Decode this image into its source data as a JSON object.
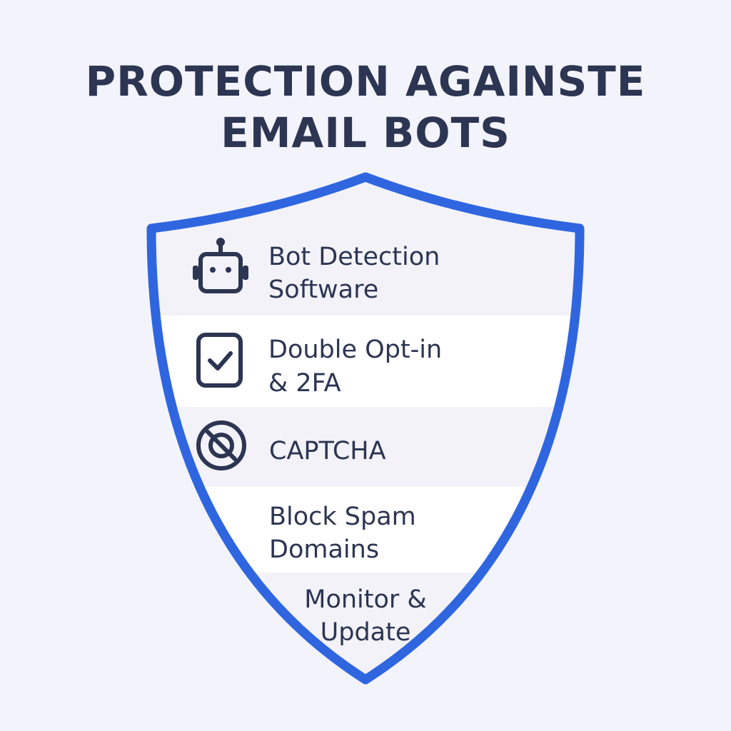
{
  "title": {
    "line1": "PROTECTION AGAINSTE",
    "line2": "EMAIL BOTS"
  },
  "colors": {
    "background": "#f3f3fb",
    "shield_border": "#2f66e0",
    "text": "#2c3552",
    "band_light": "#f2f2f8",
    "band_white": "#ffffff"
  },
  "items": [
    {
      "icon": "robot-icon",
      "line1": "Bot Detection",
      "line2": "Software"
    },
    {
      "icon": "checkbox-icon",
      "line1": "Double Opt-in",
      "line2": "& 2FA"
    },
    {
      "icon": "captcha-icon",
      "line1": "CAPTCHA",
      "line2": ""
    },
    {
      "icon": "",
      "line1": "Block Spam",
      "line2": "Domains"
    },
    {
      "icon": "",
      "line1": "Monitor &",
      "line2": "Update"
    }
  ]
}
